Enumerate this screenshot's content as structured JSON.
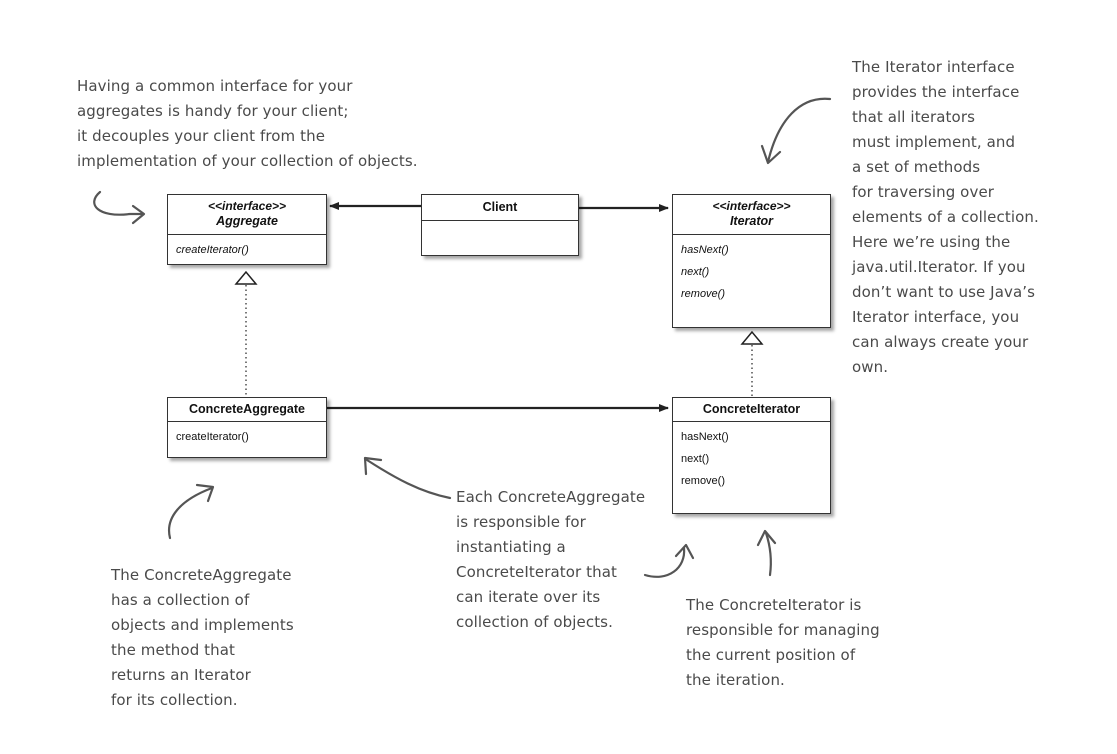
{
  "diagram": {
    "classes": {
      "aggregate": {
        "stereotype": "<<interface>>",
        "name": "Aggregate",
        "methods": [
          "createIterator()"
        ]
      },
      "client": {
        "name": "Client"
      },
      "iterator": {
        "stereotype": "<<interface>>",
        "name": "Iterator",
        "methods": [
          "hasNext()",
          "next()",
          "remove()"
        ]
      },
      "concrete_aggregate": {
        "name": "ConcreteAggregate",
        "methods": [
          "createIterator()"
        ]
      },
      "concrete_iterator": {
        "name": "ConcreteIterator",
        "methods": [
          "hasNext()",
          "next()",
          "remove()"
        ]
      }
    },
    "notes": {
      "aggregate_note": [
        "Having a common interface for your",
        "aggregates is handy for your client;",
        "it decouples your client from the",
        "implementation of your collection of objects."
      ],
      "iterator_note": [
        "The Iterator interface",
        "provides the interface",
        "that all iterators",
        "must implement, and",
        "a set of methods",
        "for traversing over",
        "elements of a collection.",
        "Here we’re using the",
        "java.util.Iterator.  If you",
        "don’t want to use Java’s",
        "Iterator interface, you",
        "can always create your",
        "own."
      ],
      "concrete_aggregate_note": [
        "The ConcreteAggregate",
        "has a collection of",
        "objects and implements",
        "the method that",
        "returns an Iterator",
        "for its collection."
      ],
      "each_concrete_aggregate_note": [
        "Each ConcreteAggregate",
        "is responsible for",
        "instantiating a",
        "ConcreteIterator that",
        "can iterate over its",
        "collection of objects."
      ],
      "concrete_iterator_note": [
        "The ConcreteIterator is",
        "responsible for managing",
        "the current position of",
        "the iteration."
      ]
    },
    "colors": {
      "line": "#222222",
      "box_border": "#333333",
      "handwriting": "#4a4a4a",
      "background": "#ffffff"
    }
  }
}
